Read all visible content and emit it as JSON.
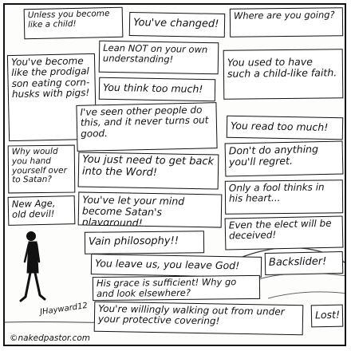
{
  "bubbles": [
    {
      "id": "unless-you-become",
      "text": "Unless you become like a child!"
    },
    {
      "id": "youve-changed",
      "text": "You've changed!"
    },
    {
      "id": "where-are-you-going",
      "text": "Where are you going?"
    },
    {
      "id": "lean-not",
      "text": "Lean NOT on your own understanding!"
    },
    {
      "id": "prodigal-son",
      "text": "You've become like the prodigal son eating corn-husks with pigs!"
    },
    {
      "id": "child-like-faith",
      "text": "You used to have such a child-like faith."
    },
    {
      "id": "think-too-much",
      "text": "You think too much!"
    },
    {
      "id": "seen-other-people",
      "text": "I've seen other people do this, and it never turns out good."
    },
    {
      "id": "read-too-much",
      "text": "You read too much!"
    },
    {
      "id": "give-yourself-to-satan",
      "text": "Why would you hand yourself over to Satan?"
    },
    {
      "id": "dont-do-anything",
      "text": "Don't do anything you'll regret."
    },
    {
      "id": "back-into-word",
      "text": "You just need to get back into the Word!"
    },
    {
      "id": "only-a-fool",
      "text": "Only a fool thinks in his heart..."
    },
    {
      "id": "new-age",
      "text": "New Age, old devil!"
    },
    {
      "id": "satans-playground",
      "text": "You've let your mind become Satan's playground!"
    },
    {
      "id": "elect-deceived",
      "text": "Even the elect will be deceived!"
    },
    {
      "id": "vain-philosophy",
      "text": "Vain philosophy!!"
    },
    {
      "id": "leave-us-leave-god",
      "text": "You leave us, you leave God!"
    },
    {
      "id": "backslider",
      "text": "Backslider!"
    },
    {
      "id": "grace-sufficient",
      "text": "His grace is sufficient! Why go and look elsewhere?"
    },
    {
      "id": "protective-covering",
      "text": "You're willingly walking out from under your protective covering!"
    },
    {
      "id": "lost",
      "text": "Lost!"
    }
  ],
  "signature": "JHayward12",
  "credit": "©nakedpastor.com"
}
